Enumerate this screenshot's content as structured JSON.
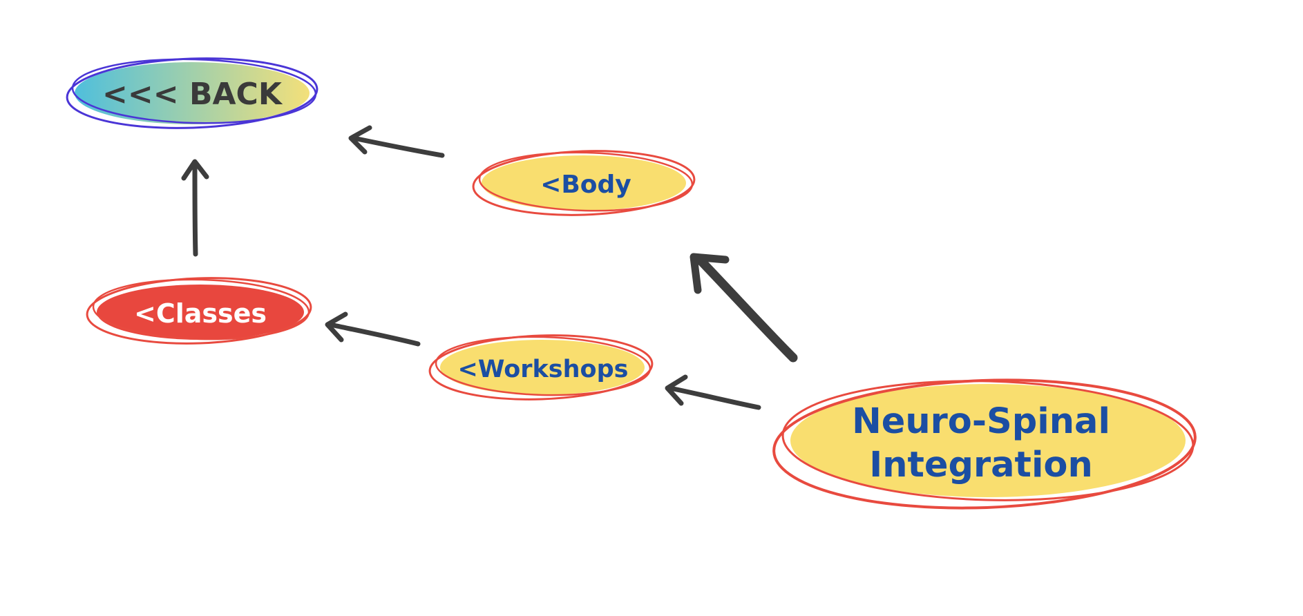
{
  "nodes": {
    "back": {
      "label": "<<< BACK"
    },
    "body": {
      "label": "<Body"
    },
    "classes": {
      "label": "<Classes"
    },
    "workshops": {
      "label": "<Workshops"
    },
    "current": {
      "label_line1": "Neuro-Spinal",
      "label_line2": "Integration"
    }
  },
  "edges": [
    {
      "from": "body",
      "to": "back"
    },
    {
      "from": "classes",
      "to": "back"
    },
    {
      "from": "workshops",
      "to": "classes"
    },
    {
      "from": "current",
      "to": "workshops"
    },
    {
      "from": "current",
      "to": "body"
    }
  ],
  "colors": {
    "yellow_fill": "#f9de6f",
    "red_outline": "#e84a3f",
    "red_fill": "#e8473e",
    "purple_outline": "#4a35d6",
    "gradient_start": "#4fbfdc",
    "gradient_end": "#f3e07a",
    "blue_text": "#1b4ea3",
    "dark_text": "#3a3a3a",
    "white_text": "#ffffff",
    "arrow": "#3d3d3d"
  }
}
